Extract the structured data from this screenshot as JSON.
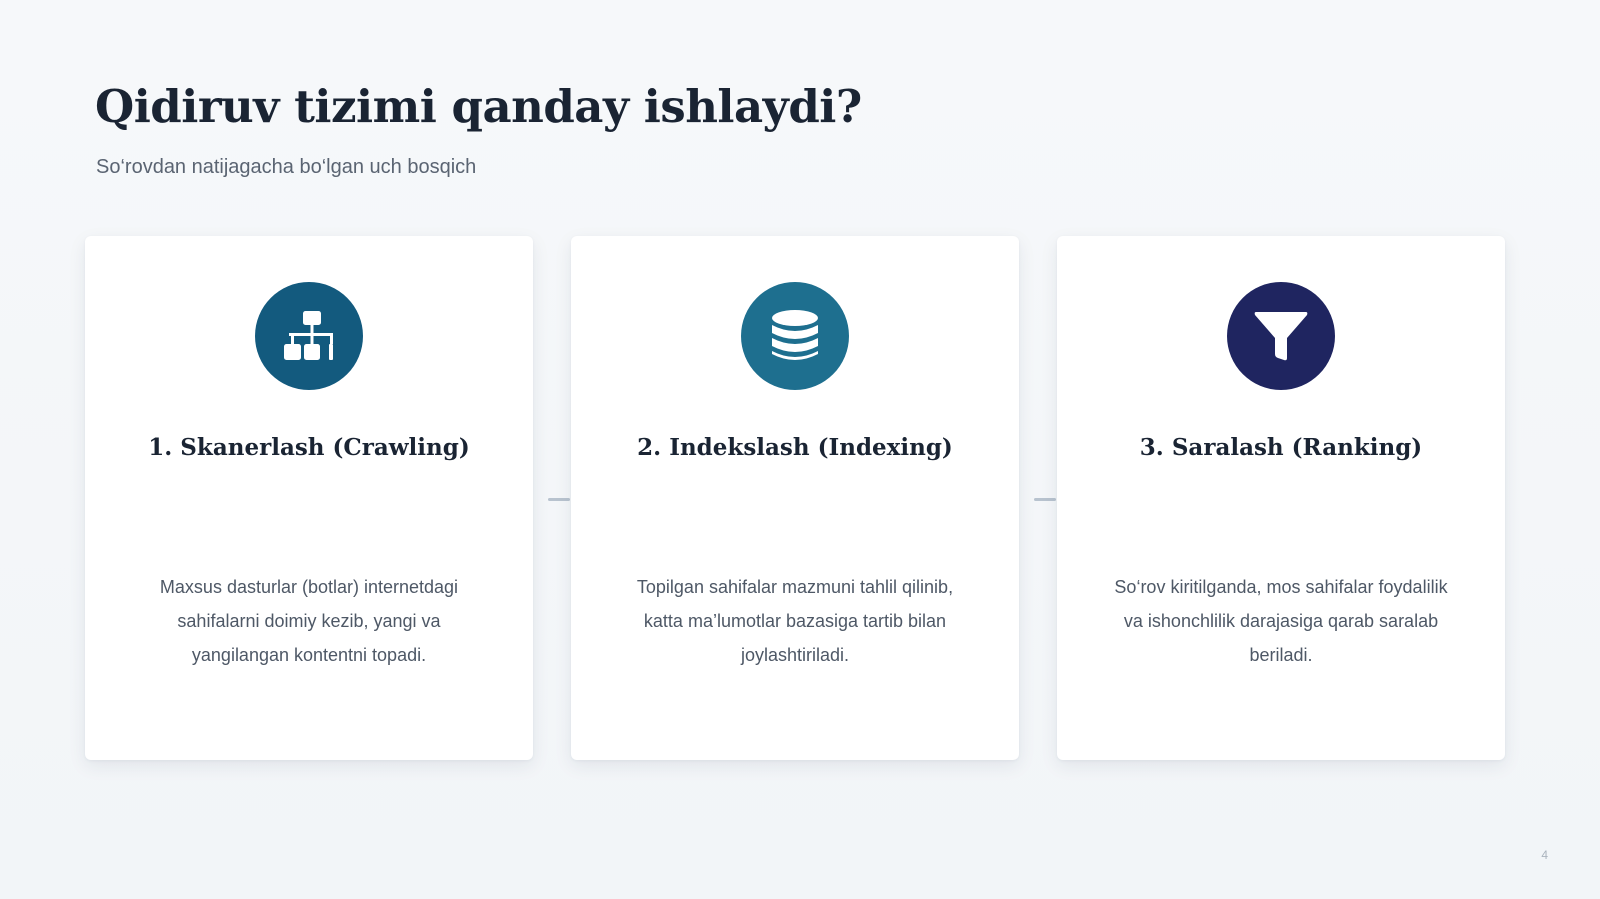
{
  "slide": {
    "title": "Qidiruv tizimi qanday ishlaydi?",
    "subtitle": "So‘rovdan natijagacha bo‘lgan uch bosqich",
    "page_number": "4"
  },
  "steps": [
    {
      "title": "1. Skanerlash (Crawling)",
      "text": "Maxsus dasturlar (botlar) internetdagi sahifalarni doimiy kezib, yangi va yangilangan kontentni topadi.",
      "icon": "sitemap-icon",
      "color": "#135a7e"
    },
    {
      "title": "2. Indekslash (Indexing)",
      "text": "Topilgan sahifalar mazmuni tahlil qilinib, katta ma’lumotlar bazasiga tartib bilan joylashtiriladi.",
      "icon": "database-icon",
      "color": "#1e6f8f"
    },
    {
      "title": "3. Saralash (Ranking)",
      "text": "So‘rov kiritilganda, mos sahifalar foydalilik va ishonchlilik darajasiga qarab saralab beriladi.",
      "icon": "filter-icon",
      "color": "#1f2560"
    }
  ]
}
